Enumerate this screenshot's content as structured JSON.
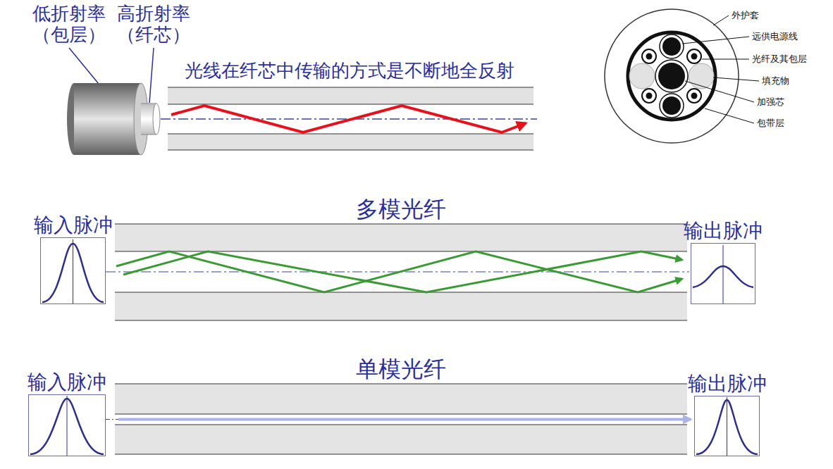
{
  "diagram": {
    "nodes": [
      {
        "text": [
          "输入脉冲"
        ]
      },
      {
        "text": [
          "多模光纤"
        ]
      },
      {
        "text": [
          "输出脉冲"
        ]
      },
      {
        "text": [
          "输入脉冲"
        ]
      },
      {
        "text": [
          "单模光纤"
        ]
      },
      {
        "text": [
          "输出脉冲"
        ]
      }
    ],
    "labels": [
      "低折射率 （包层）",
      "高折射率 （纤芯）",
      "光线在纤芯中传输的方式是不断地全反射",
      "外护套",
      "远供电源线",
      "光纤及其包层",
      "填充物",
      "加强芯",
      "包带层"
    ]
  }
}
